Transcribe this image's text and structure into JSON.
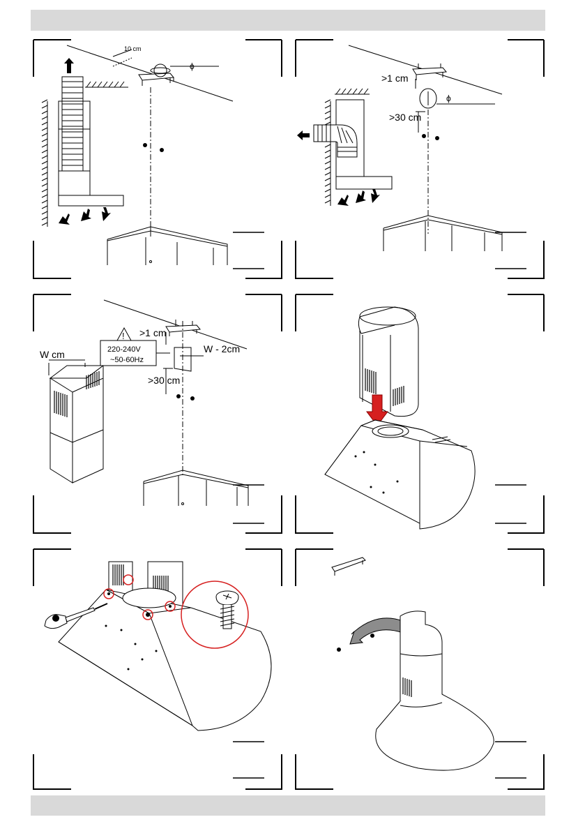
{
  "panels": {
    "p1": {
      "dim_10cm": "10 cm",
      "phi": "ϕ"
    },
    "p2": {
      "gap_top": ">1 cm",
      "gap_side": ">30 cm",
      "phi": "ϕ"
    },
    "p3": {
      "width_label": "W cm",
      "warning_voltage": "220-240V",
      "warning_freq": "~50-60Hz",
      "warning_mark": "!",
      "gap_top": ">1 cm",
      "gap_side": ">30 cm",
      "width_minus": "W - 2cm"
    }
  }
}
